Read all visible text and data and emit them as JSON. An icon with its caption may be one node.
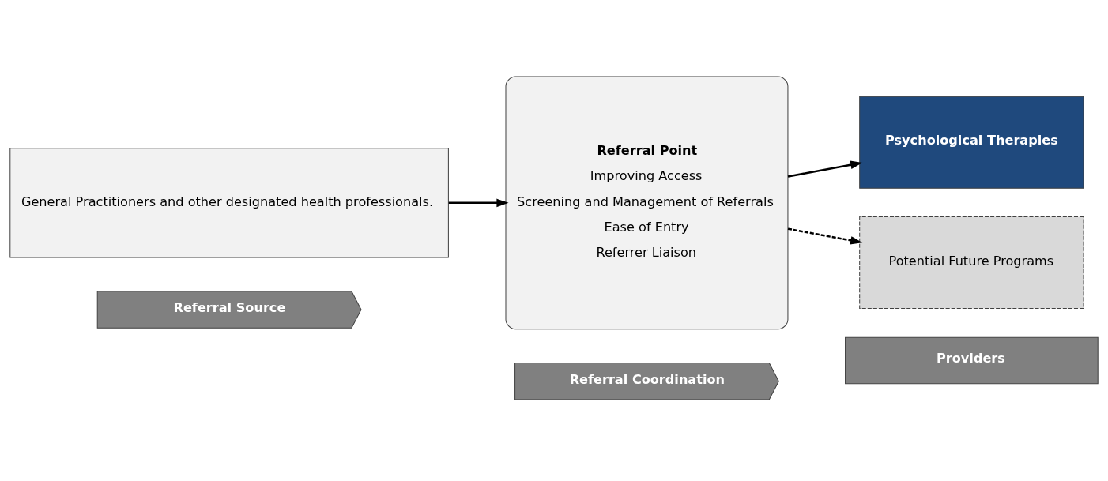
{
  "diagram": {
    "nodes": [
      {
        "text": [
          "Referral Source"
        ]
      },
      {
        "text": [
          "Referral Coordination"
        ]
      },
      {
        "text": [
          "Providers"
        ]
      },
      {
        "text": [
          "General Practitioners and other designated health professionals."
        ]
      },
      {
        "text": [
          "Referral Point",
          "Improving Access",
          "Screening and Management of Referrals",
          "Ease of Entry",
          "Referrer Liaison"
        ]
      },
      {
        "text": [
          "Psychological Therapies"
        ]
      },
      {
        "text": [
          "Potential Future Programs"
        ]
      }
    ],
    "edges": [
      {
        "from": 3,
        "to": 4,
        "arrow": "to"
      },
      {
        "from": 4,
        "to": 5,
        "arrow": "to"
      },
      {
        "from": 4,
        "to": 6,
        "arrow": "to",
        "style": "dashed"
      }
    ]
  }
}
